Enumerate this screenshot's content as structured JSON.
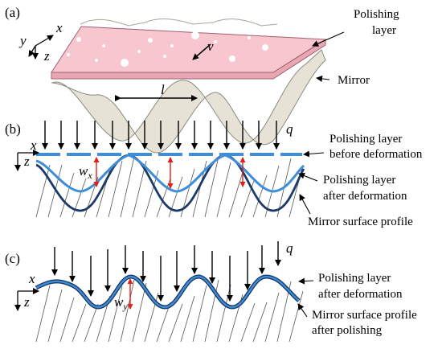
{
  "panels": [
    {
      "tag": "(a)",
      "axes": {
        "x": "x",
        "y": "y",
        "z": "z"
      },
      "velocity": "v",
      "wavelength": "l",
      "labels": {
        "polishing_line1": "Polishing",
        "polishing_line2": "layer",
        "mirror": "Mirror"
      }
    },
    {
      "tag": "(b)",
      "axes": {
        "x": "x",
        "z": "z"
      },
      "load": "q",
      "deflection": "w",
      "deflection_sub": "x",
      "labels": {
        "before_line1": "Polishing layer",
        "before_line2": "before deformation",
        "after_line1": "Polishing layer",
        "after_line2": "after deformation",
        "mirror_profile": "Mirror surface profile"
      }
    },
    {
      "tag": "(c)",
      "axes": {
        "x": "x",
        "z": "z"
      },
      "load": "q",
      "deflection": "w",
      "deflection_sub": "y",
      "labels": {
        "after_line1": "Polishing layer",
        "after_line2": "after deformation",
        "mirror_line1": "Mirror surface profile",
        "mirror_line2": "after polishing"
      }
    }
  ],
  "colors": {
    "polishing_pad": "#f7c6cf",
    "pad_dots": "#ffffff",
    "mirror_fill": "#e6e3d6",
    "layer_light": "#3f8fd8",
    "mirror_dark": "#1a3a6a",
    "deflection_arrow": "#e0201a"
  }
}
